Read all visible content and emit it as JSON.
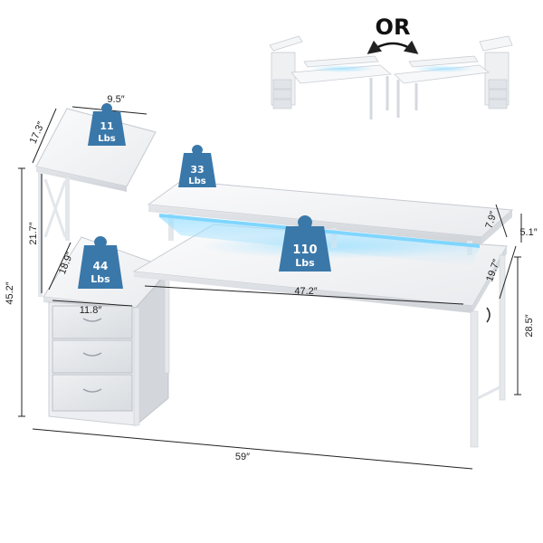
{
  "header": {
    "or_label": "OR"
  },
  "weights": {
    "shelf_top": {
      "value": "11",
      "unit": "Lbs"
    },
    "monitor_riser": {
      "value": "33",
      "unit": "Lbs"
    },
    "desktop": {
      "value": "110",
      "unit": "Lbs"
    },
    "side_shelf": {
      "value": "44",
      "unit": "Lbs"
    }
  },
  "dimensions": {
    "top_shelf_width": "9.5″",
    "top_shelf_depth": "17.3″",
    "shelf_gap": "21.7″",
    "total_height": "45.2″",
    "side_shelf_depth": "18.9″",
    "drawer_width": "11.8″",
    "desk_width": "47.2″",
    "riser_depth": "7.9″",
    "riser_height": "5.1″",
    "desk_depth": "19.7″",
    "desk_height": "28.5″",
    "total_width": "59″"
  },
  "colors": {
    "furniture": "#f3f4f6",
    "frame": "#e6e8eb",
    "badge": "#3a78aa",
    "led": "#7fd0ff",
    "dimension_line": "#222222"
  },
  "icons": [
    "swap-arrow-icon",
    "weight-icon"
  ]
}
